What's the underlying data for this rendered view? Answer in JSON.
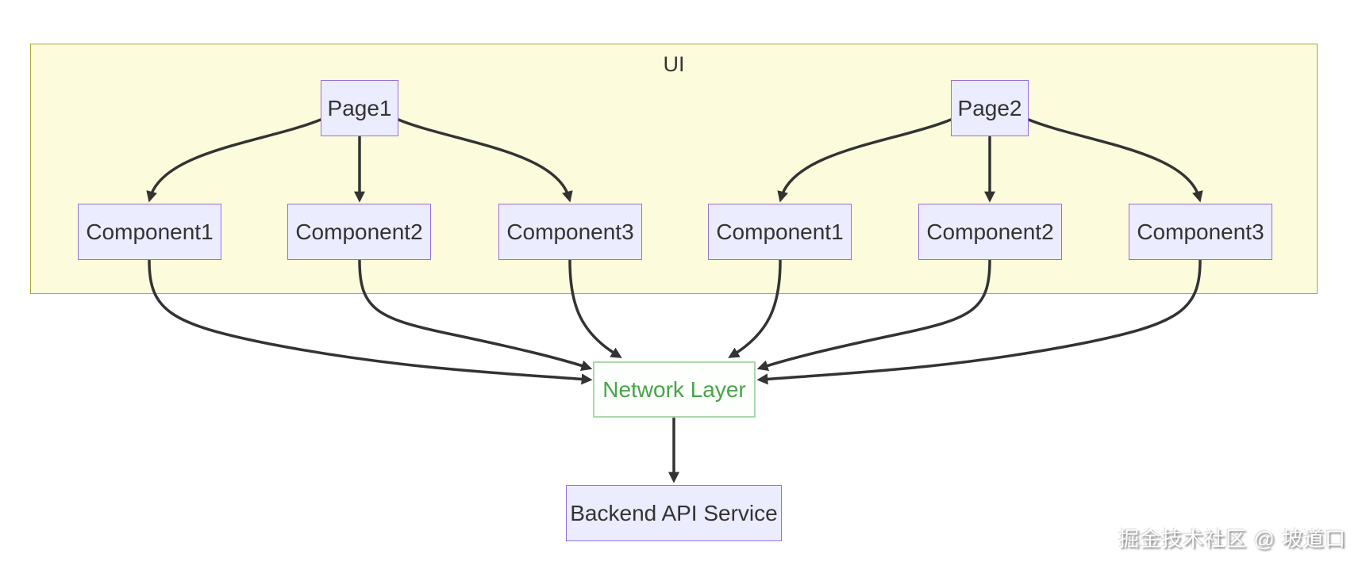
{
  "diagram": {
    "type": "flowchart",
    "group_label": "UI",
    "nodes": {
      "page1": "Page1",
      "page2": "Page2",
      "p1c1": "Component1",
      "p1c2": "Component2",
      "p1c3": "Component3",
      "p2c1": "Component1",
      "p2c2": "Component2",
      "p2c3": "Component3",
      "network": "Network Layer",
      "backend": "Backend API Service"
    },
    "edges": [
      {
        "from": "page1",
        "to": "p1c1"
      },
      {
        "from": "page1",
        "to": "p1c2"
      },
      {
        "from": "page1",
        "to": "p1c3"
      },
      {
        "from": "page2",
        "to": "p2c1"
      },
      {
        "from": "page2",
        "to": "p2c2"
      },
      {
        "from": "page2",
        "to": "p2c3"
      },
      {
        "from": "p1c1",
        "to": "network"
      },
      {
        "from": "p1c2",
        "to": "network"
      },
      {
        "from": "p1c3",
        "to": "network"
      },
      {
        "from": "p2c1",
        "to": "network"
      },
      {
        "from": "p2c2",
        "to": "network"
      },
      {
        "from": "p2c3",
        "to": "network"
      },
      {
        "from": "network",
        "to": "backend"
      }
    ],
    "colors": {
      "group_fill": "#fcfcdc",
      "group_border": "#a8a83a",
      "node_fill": "#ececff",
      "node_border": "#9370db",
      "node_text": "#333333",
      "network_fill": "#fcfffc",
      "network_border": "#aad8aa",
      "network_text": "#49a349",
      "edge": "#333333"
    }
  },
  "watermark": "掘金技术社区 @ 坡道口"
}
